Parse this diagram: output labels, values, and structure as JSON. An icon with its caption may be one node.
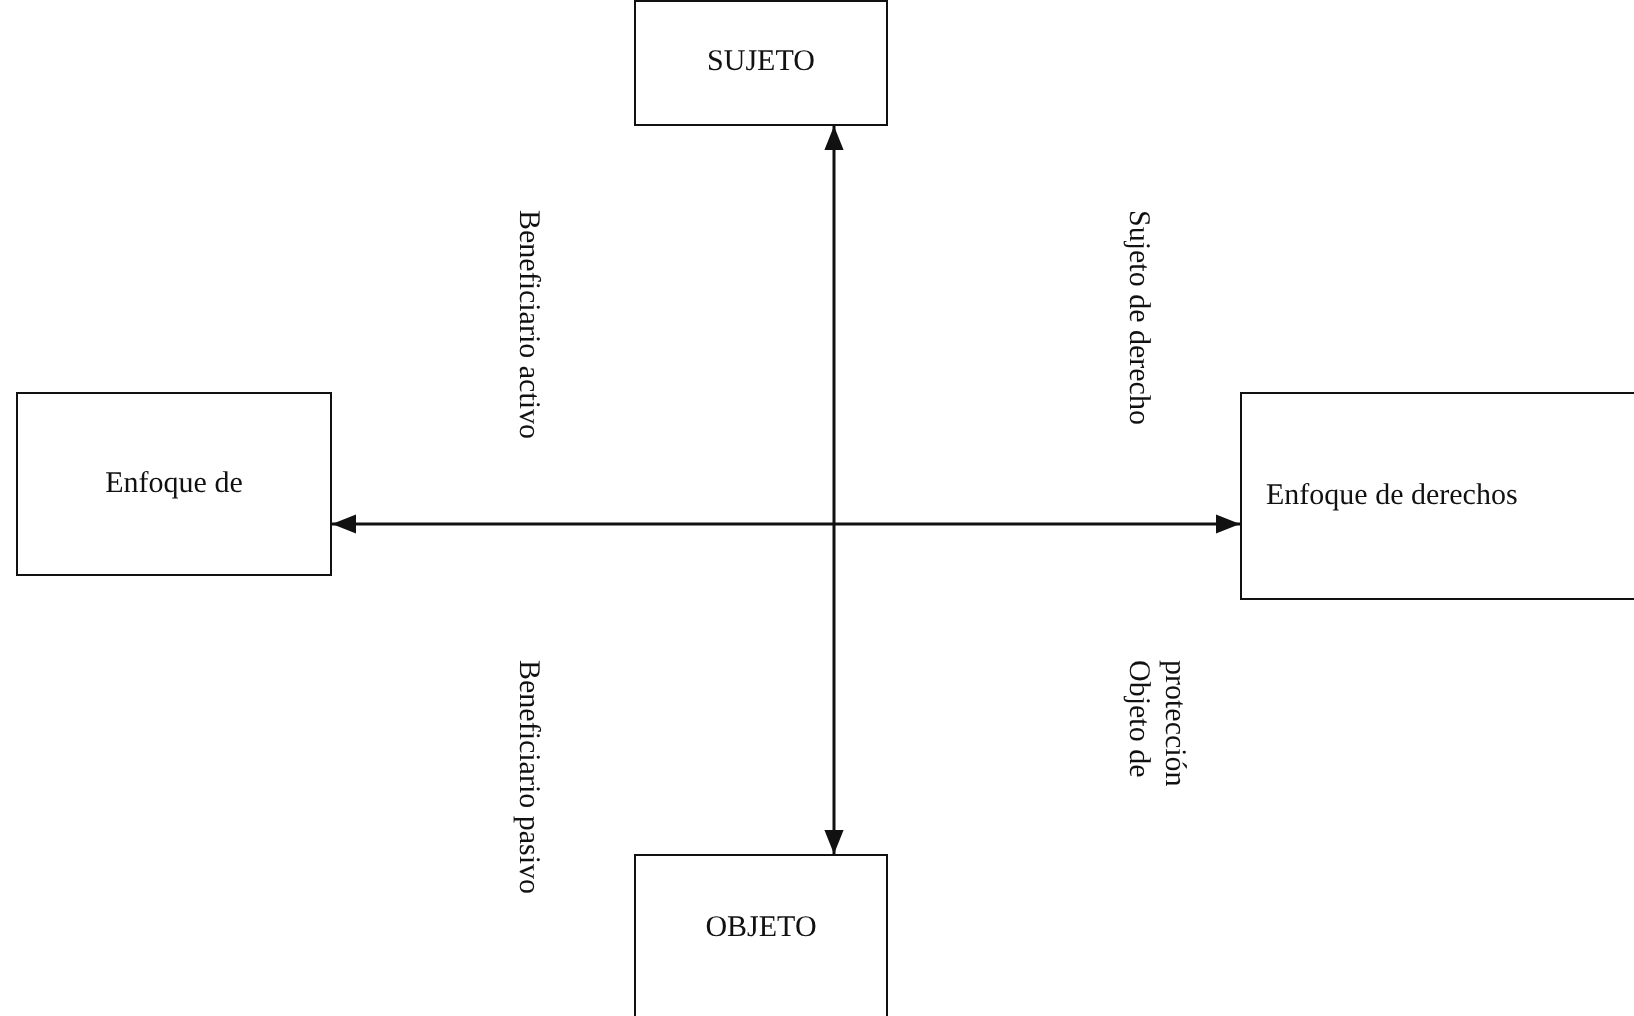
{
  "diagram": {
    "nodes": [
      {
        "text": [
          "SUJETO"
        ]
      },
      {
        "text": [
          "Enfoque de"
        ]
      },
      {
        "text": [
          "Enfoque de derechos"
        ]
      },
      {
        "text": [
          "OBJETO"
        ]
      }
    ],
    "edges": [
      {
        "from": 3,
        "to": 0,
        "arrow": "both"
      },
      {
        "from": 1,
        "to": 2,
        "arrow": "both"
      }
    ],
    "labels": [
      "Beneficiario activo",
      "Sujeto de derecho",
      "Beneficiario pasivo",
      "Objeto de protección"
    ]
  }
}
